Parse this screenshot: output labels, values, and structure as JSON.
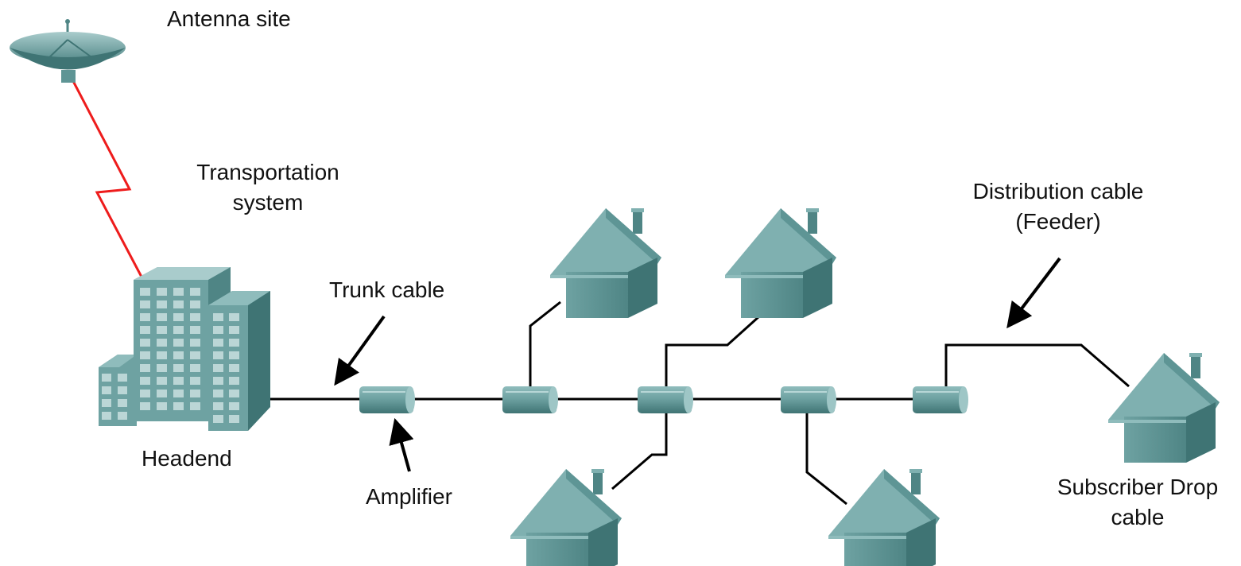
{
  "labels": {
    "antenna_site": "Antenna site",
    "transportation_line1": "Transportation",
    "transportation_line2": "system",
    "headend": "Headend",
    "trunk_cable": "Trunk cable",
    "amplifier": "Amplifier",
    "distribution_line1": "Distribution cable",
    "distribution_line2": "(Feeder)",
    "subscriber_line1": "Subscriber Drop",
    "subscriber_line2": "cable"
  },
  "colors": {
    "device_teal": "#5e9595",
    "device_dark": "#3f7474",
    "device_light": "#8fbcbc",
    "cable": "#000000",
    "wireless_link": "#ee1c1c"
  },
  "icons": {
    "antenna": "satellite-dish-icon",
    "headend": "office-building-icon",
    "amplifier": "cable-amplifier-icon",
    "subscriber": "house-icon"
  }
}
